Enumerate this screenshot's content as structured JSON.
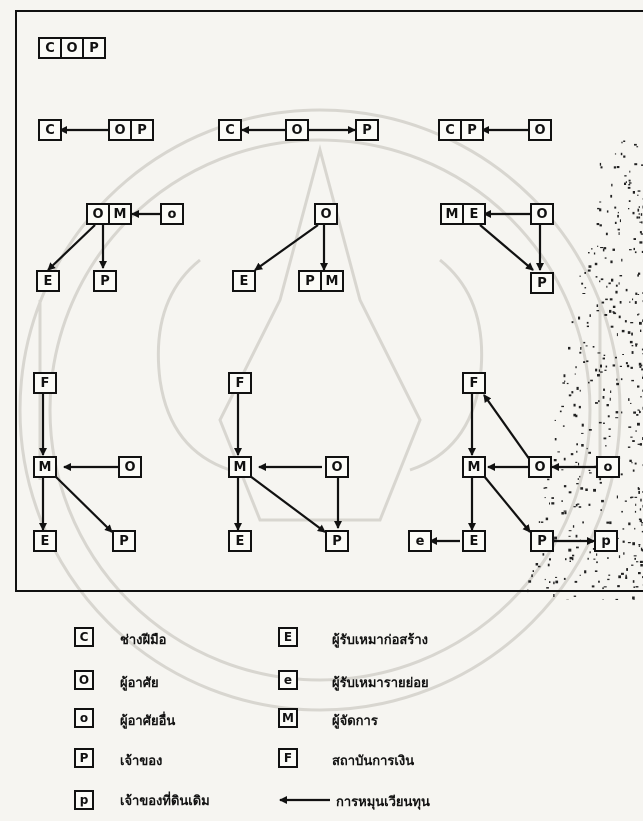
{
  "boxes": {
    "d0": [
      "C",
      "O",
      "P"
    ],
    "d1_left": [
      "C"
    ],
    "d1_right": [
      "O",
      "P"
    ],
    "d2_c": [
      "C"
    ],
    "d2_o": [
      "O"
    ],
    "d2_p": [
      "P"
    ],
    "d3_cp": [
      "C",
      "P"
    ],
    "d3_o": [
      "O"
    ],
    "d4_om": [
      "O",
      "M"
    ],
    "d4_o2": [
      "o"
    ],
    "d4_e": [
      "E"
    ],
    "d4_p": [
      "P"
    ],
    "d5_o": [
      "O"
    ],
    "d5_e": [
      "E"
    ],
    "d5_pm": [
      "P",
      "M"
    ],
    "d6_me": [
      "M",
      "E"
    ],
    "d6_o": [
      "O"
    ],
    "d6_p": [
      "P"
    ],
    "d7_f": [
      "F"
    ],
    "d7_m": [
      "M"
    ],
    "d7_o": [
      "O"
    ],
    "d7_e": [
      "E"
    ],
    "d7_p": [
      "P"
    ],
    "d8_f": [
      "F"
    ],
    "d8_m": [
      "M"
    ],
    "d8_o": [
      "O"
    ],
    "d8_e": [
      "E"
    ],
    "d8_p": [
      "P"
    ],
    "d9_f": [
      "F"
    ],
    "d9_m": [
      "M"
    ],
    "d9_o": [
      "O"
    ],
    "d9_o2": [
      "o"
    ],
    "d9_e": [
      "E"
    ],
    "d9_e2": [
      "e"
    ],
    "d9_p": [
      "P"
    ],
    "d9_p2": [
      "p"
    ]
  },
  "legend": {
    "items": [
      {
        "symbol": "C",
        "label": "ช่างฝีมือ"
      },
      {
        "symbol": "O",
        "label": "ผู้อาศัย"
      },
      {
        "symbol": "o",
        "label": "ผู้อาศัยอื่น"
      },
      {
        "symbol": "P",
        "label": "เจ้าของ"
      },
      {
        "symbol": "p",
        "label": "เจ้าของที่ดินเดิม"
      },
      {
        "symbol": "E",
        "label": "ผู้รับเหมาก่อสร้าง"
      },
      {
        "symbol": "e",
        "label": "ผู้รับเหมารายย่อย"
      },
      {
        "symbol": "M",
        "label": "ผู้จัดการ"
      },
      {
        "symbol": "F",
        "label": "สถาบันการเงิน"
      }
    ],
    "arrow_label": "การหมุนเวียนทุน"
  }
}
